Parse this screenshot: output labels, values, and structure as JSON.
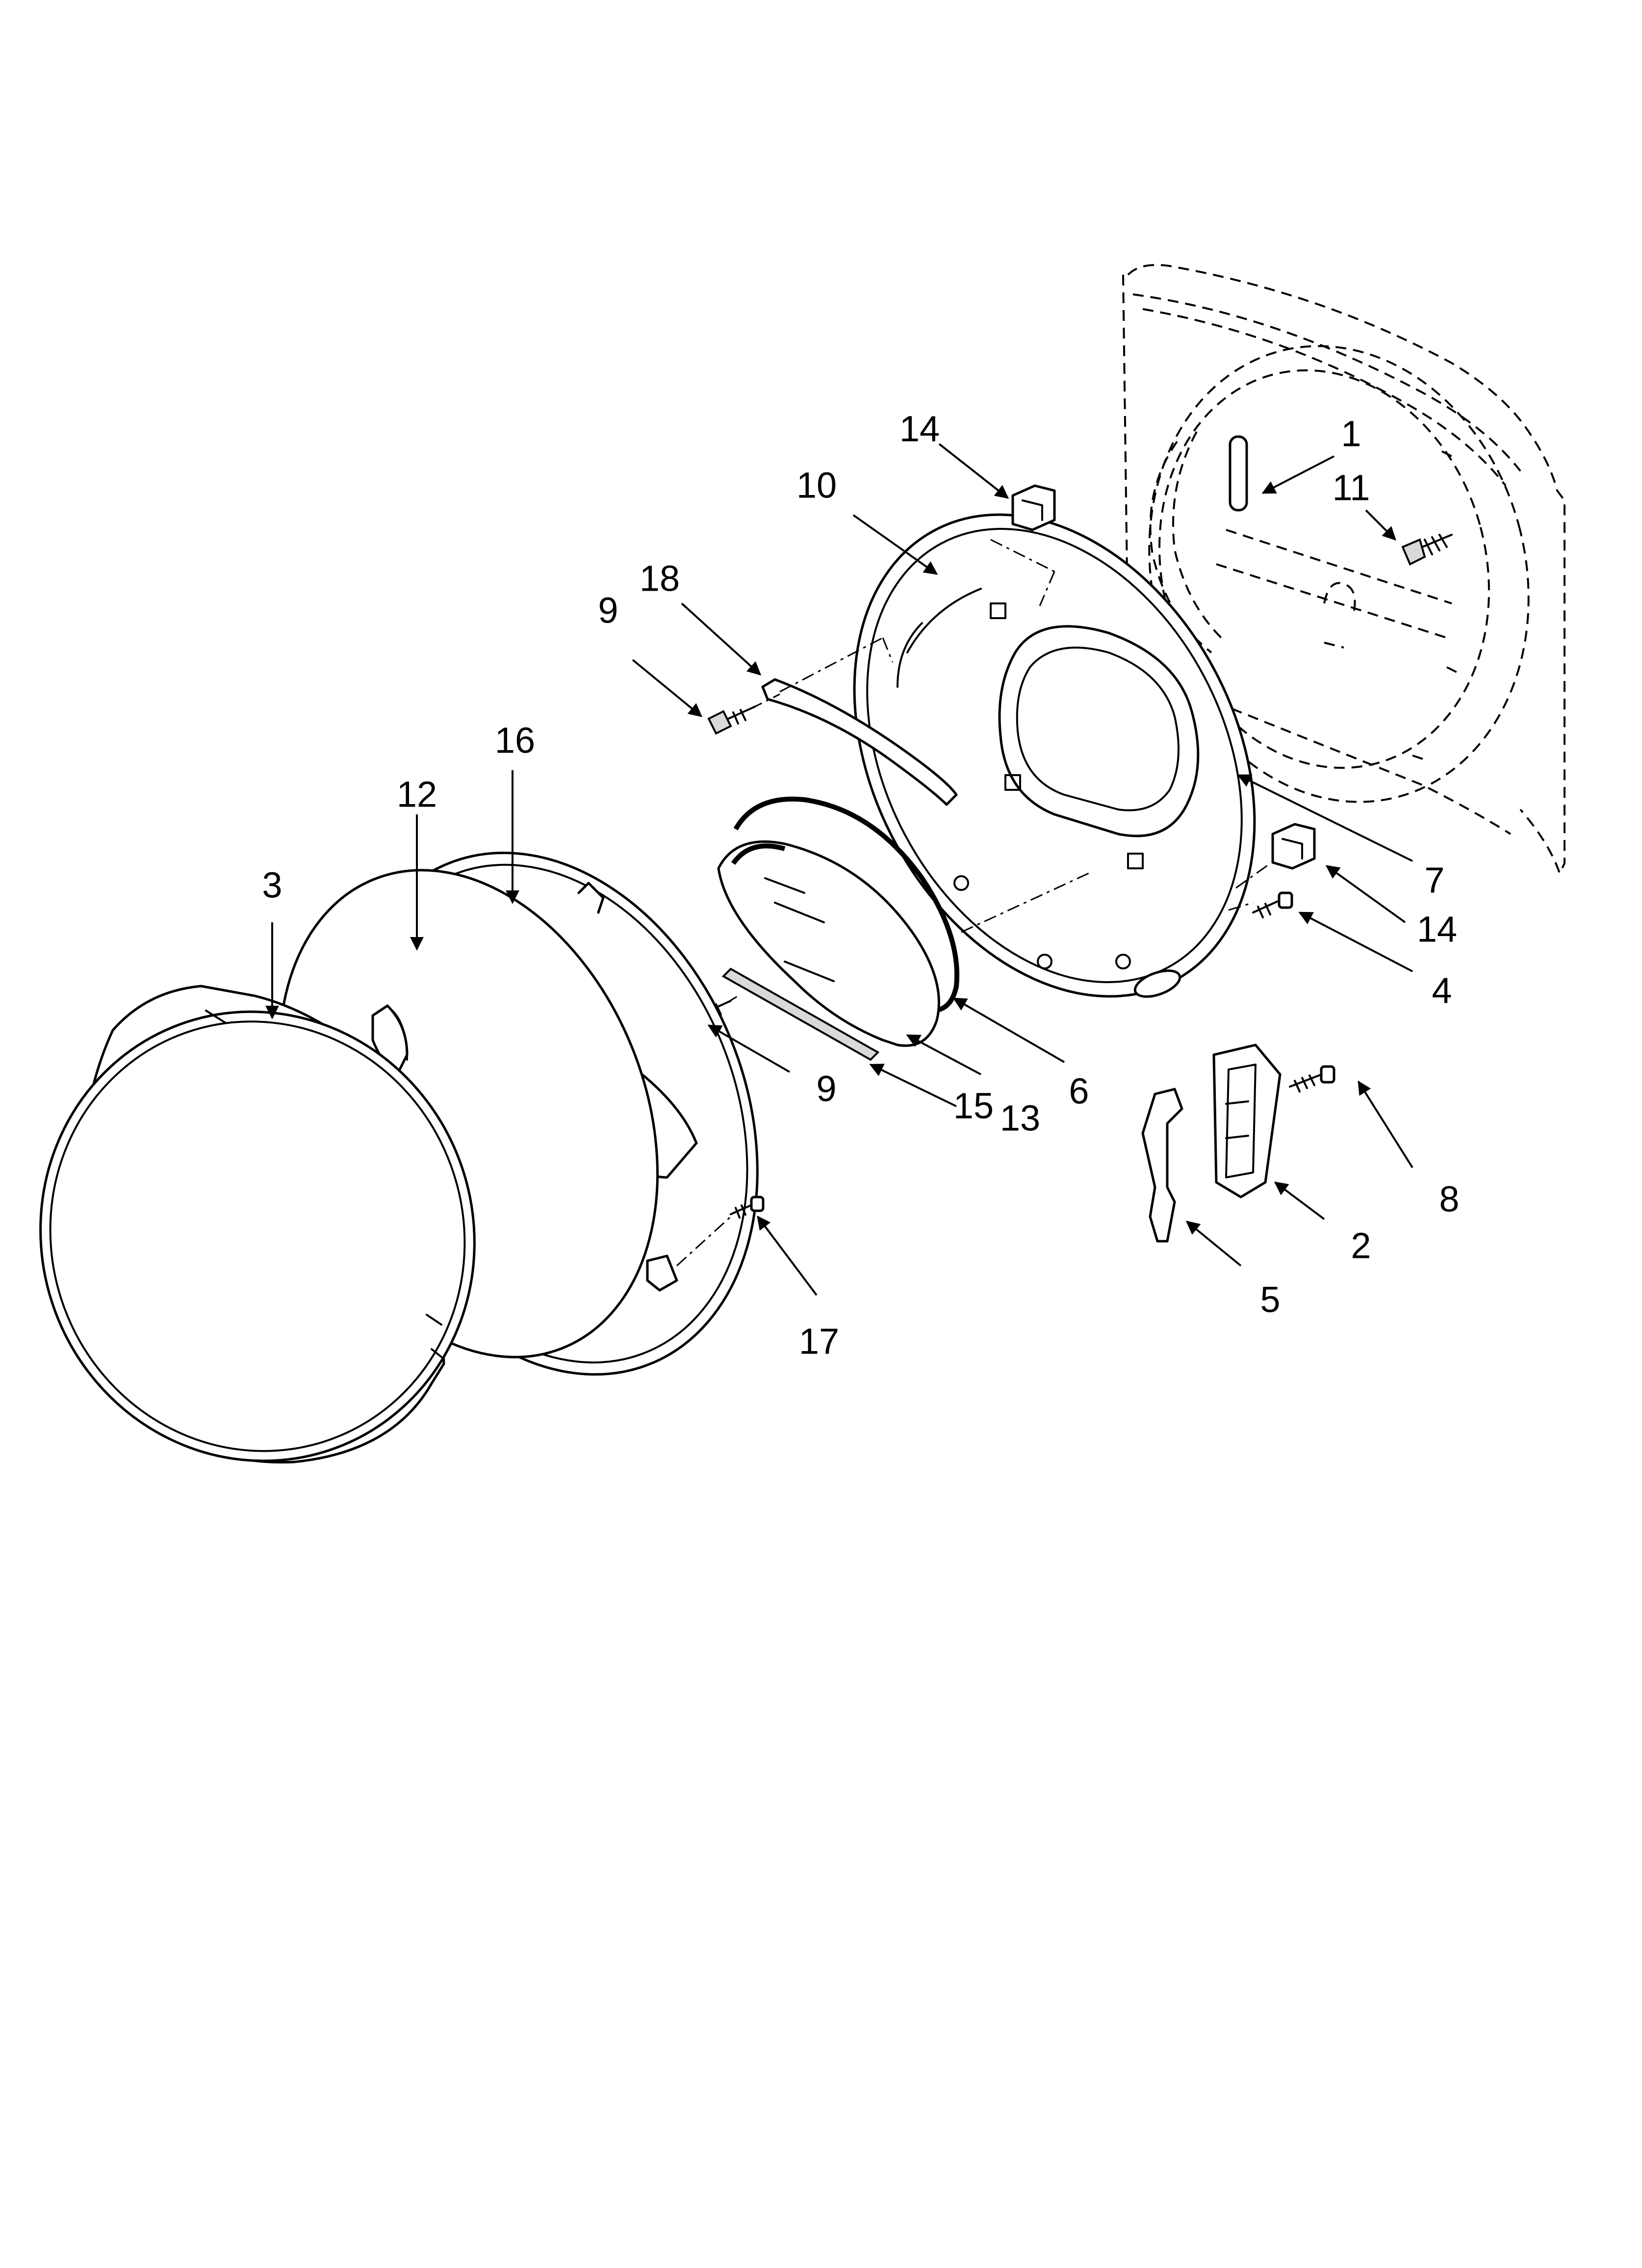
{
  "colors": {
    "line": "#000000",
    "background": "#ffffff",
    "shade": "#d9d9d9"
  },
  "callouts": {
    "c1": "1",
    "c2": "2",
    "c3": "3",
    "c4": "4",
    "c5": "5",
    "c6": "6",
    "c7": "7",
    "c8": "8",
    "c9a": "9",
    "c9b": "9",
    "c10": "10",
    "c11": "11",
    "c12": "12",
    "c13": "13",
    "c14a": "14",
    "c14b": "14",
    "c15": "15",
    "c16": "16",
    "c17": "17",
    "c18": "18"
  }
}
